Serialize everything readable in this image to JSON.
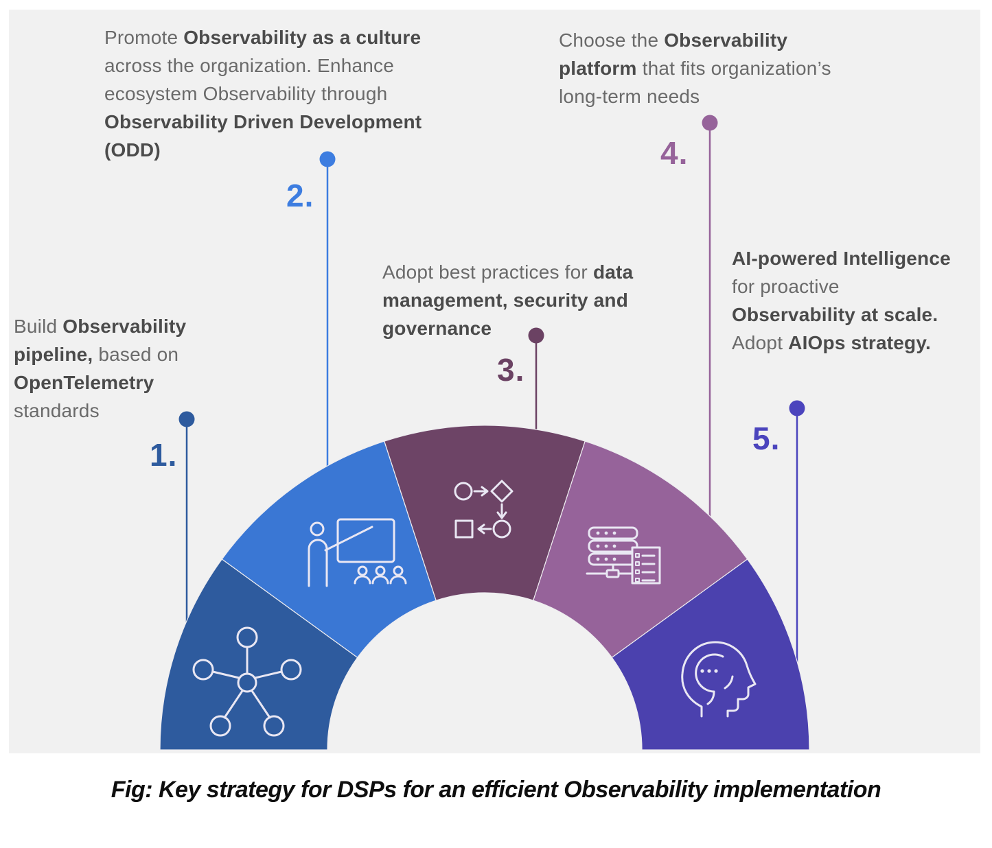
{
  "panel": {
    "bg": "#f1f1f1"
  },
  "arch": {
    "icon_stroke": "#e9e7f3",
    "segment_divider": "#eeedf0"
  },
  "caption": {
    "text": "Fig: Key strategy for DSPs for an efficient Observability implementation"
  },
  "steps": [
    {
      "number": "1.",
      "color": "#2e5b9e",
      "segment_color": "#2e5b9e",
      "icon": "network-nodes-icon",
      "rich": [
        {
          "t": "Build ",
          "b": false
        },
        {
          "t": "Observability pipeline,",
          "b": true
        },
        {
          "t": " based on ",
          "b": false
        },
        {
          "t": "OpenTelemetry",
          "b": true
        },
        {
          "t": " standards",
          "b": false
        }
      ]
    },
    {
      "number": "2.",
      "color": "#3d7de0",
      "segment_color": "#3a77d4",
      "icon": "presentation-training-icon",
      "rich": [
        {
          "t": "Promote ",
          "b": false
        },
        {
          "t": "Observability as a culture",
          "b": true
        },
        {
          "t": " across the organization. Enhance ecosystem Observability through ",
          "b": false
        },
        {
          "t": "Observability Driven Development (ODD)",
          "b": true
        }
      ]
    },
    {
      "number": "3.",
      "color": "#6b4263",
      "segment_color": "#6d4466",
      "icon": "workflow-diagram-icon",
      "rich": [
        {
          "t": "Adopt best practices for ",
          "b": false
        },
        {
          "t": "data management, security and governance",
          "b": true
        }
      ]
    },
    {
      "number": "4.",
      "color": "#96639a",
      "segment_color": "#96639a",
      "icon": "server-checklist-icon",
      "rich": [
        {
          "t": "Choose the ",
          "b": false
        },
        {
          "t": "Observability platform",
          "b": true
        },
        {
          "t": " that fits organization’s long-term needs",
          "b": false
        }
      ]
    },
    {
      "number": "5.",
      "color": "#4b44bd",
      "segment_color": "#4b41ae",
      "icon": "ai-head-icon",
      "rich": [
        {
          "t": "AI-powered Intelligence",
          "b": true
        },
        {
          "t": " for proactive ",
          "b": false
        },
        {
          "t": "Observability at scale.",
          "b": true
        },
        {
          "t": " Adopt ",
          "b": false
        },
        {
          "t": "AIOps strategy.",
          "b": true
        }
      ]
    }
  ]
}
